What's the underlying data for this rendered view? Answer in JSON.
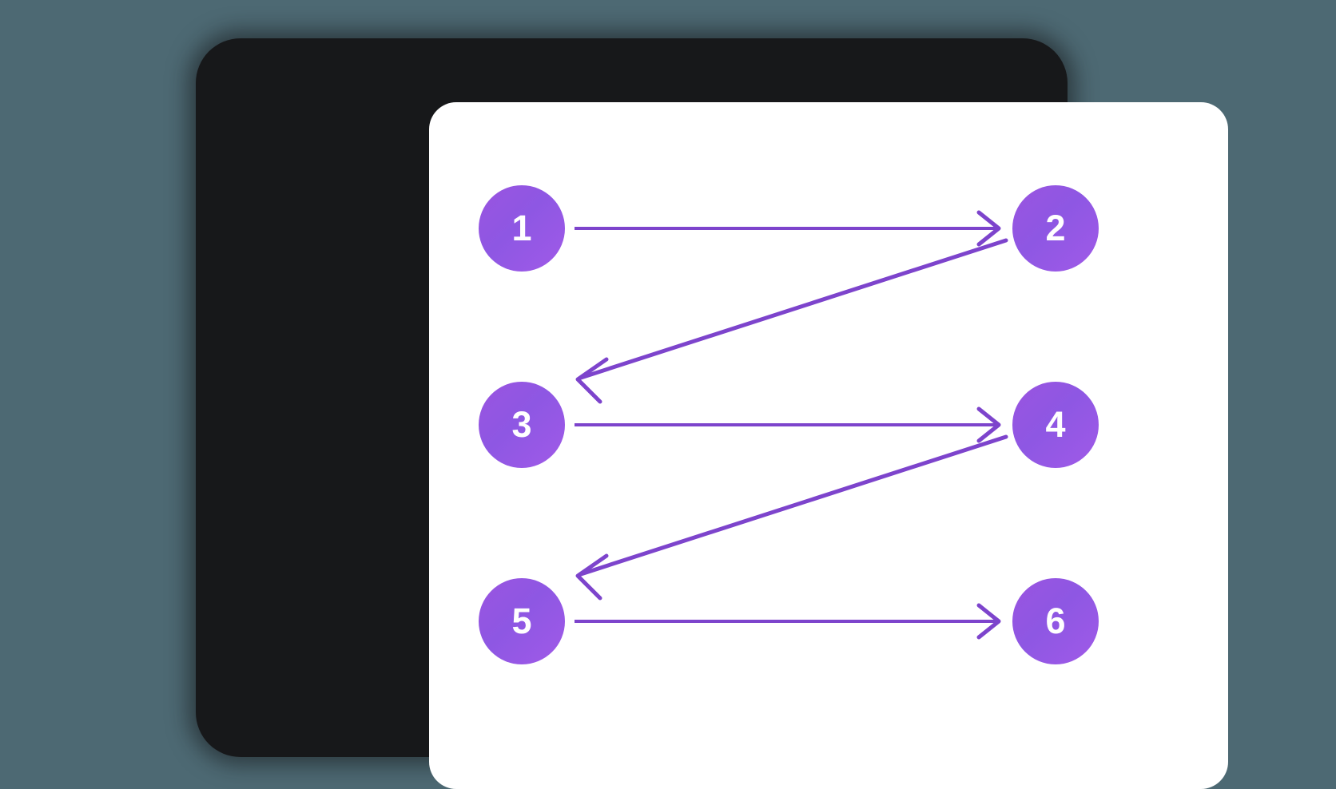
{
  "canvas": {
    "background_color": "#4d6973",
    "device_bezel_color": "#17181a",
    "screen_color": "#ffffff"
  },
  "diagram": {
    "type": "directed-graph",
    "title": "",
    "node_fill_start": "#9a54e0",
    "node_fill_end": "#a05ae8",
    "node_text_color": "#ffffff",
    "edge_color": "#7d44cc",
    "edge_width": 4,
    "nodes": [
      {
        "id": "1",
        "label": "1",
        "column": "left",
        "row": 1
      },
      {
        "id": "2",
        "label": "2",
        "column": "right",
        "row": 1
      },
      {
        "id": "3",
        "label": "3",
        "column": "left",
        "row": 2
      },
      {
        "id": "4",
        "label": "4",
        "column": "right",
        "row": 2
      },
      {
        "id": "5",
        "label": "5",
        "column": "left",
        "row": 3
      },
      {
        "id": "6",
        "label": "6",
        "column": "right",
        "row": 3
      }
    ],
    "edges": [
      {
        "from": "1",
        "to": "2",
        "style": "straight-horizontal",
        "direction": "right"
      },
      {
        "from": "2",
        "to": "3",
        "style": "diagonal",
        "direction": "down-left"
      },
      {
        "from": "3",
        "to": "4",
        "style": "straight-horizontal",
        "direction": "right"
      },
      {
        "from": "4",
        "to": "5",
        "style": "diagonal",
        "direction": "down-left"
      },
      {
        "from": "5",
        "to": "6",
        "style": "straight-horizontal",
        "direction": "right"
      }
    ]
  }
}
